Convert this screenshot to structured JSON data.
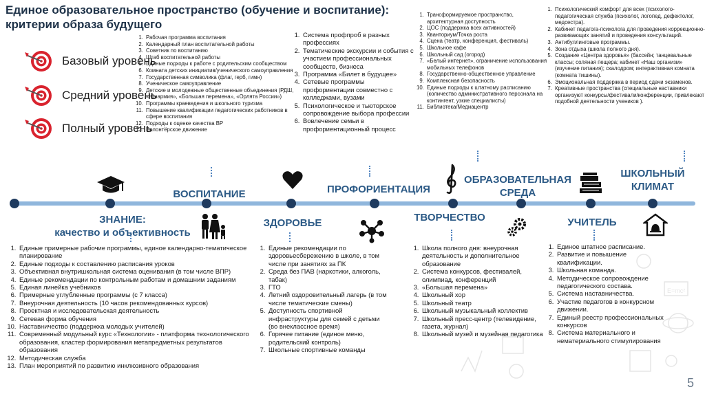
{
  "title": [
    "Единое образовательное пространство (обучение и воспитание):",
    "критерии образа будущего"
  ],
  "legend": [
    "Базовый уровень",
    "Средний уровень",
    "Полный уровень"
  ],
  "categories": {
    "znanie": [
      "ЗНАНИЕ:",
      "качество и объективность"
    ],
    "vospitanie": "ВОСПИТАНИЕ",
    "zdorovie": "ЗДОРОВЬЕ",
    "proforientatsiya": "ПРОФОРИЕНТАЦИЯ",
    "tvorchestvo": "ТВОРЧЕСТВО",
    "sreda": [
      "ОБРАЗОВАТЕЛЬНАЯ",
      "СРЕДА"
    ],
    "uchitel": "УЧИТЕЛЬ",
    "klimat": [
      "ШКОЛЬНЫЙ",
      "КЛИМАТ"
    ]
  },
  "lists": {
    "vospitanie": [
      "Рабочая программа воспитания",
      "Календарный план воспитательной работы",
      "Советник по воспитанию",
      "Штаб воспитательной работы",
      "Единые подходы к работе с родительским сообществом",
      "Комната детских инициатив/ученического самоуправления",
      "Государственная символика (флаг, герб, гимн)",
      "Ученическое самоуправление",
      "Детские и молодежные общественные объединения (РДШ, «Юнармия», «Большая перемена», «Орлята России»)",
      "Программы краеведения и школьного туризма",
      "Повышение квалификации педагогических работников в сфере воспитания",
      "Подходы к оценке качества ВР",
      "Волонтёрское движение"
    ],
    "proforientatsiya": [
      "Система профпроб в разных профессиях",
      "Тематические экскурсии и события с участием профессиональных сообществ, бизнеса",
      "Программа «Билет в будущее»",
      "Сетевые программы профориентации совместно с колледжами, вузами",
      "Психологическое и тьюторское сопровождение выбора профессии",
      "Вовлечение семьи в профориентационный процесс"
    ],
    "sreda": [
      "Трансформируемое пространство, архитектурная доступность",
      "ЦОС (поддержка всех активностей)",
      "Кванториум/Точка роста",
      "Сцена (театр, конференция, фестиваль)",
      "Школьное кафе",
      "Школьный сад (огород)",
      "«Белый интернет», ограничение использования мобильных телефонов",
      "Государственно-общественное управление",
      "Комплексная безопасность",
      "Единые подходы к штатному расписанию (количество административного персонала на контингент, узкие специалисты)",
      "Библиотека/Медиацентр"
    ],
    "klimat": [
      "Психологический комфорт для всех (психолого-педагогическая служба (психолог, логопед, дефектолог, медсестра).",
      "Кабинет педагога-психолога для проведения коррекционно-развивающих занятий и проведения консультаций.",
      "Антибуллинговые программы.",
      "Зона отдыха (школа полного дня).",
      "Создание «Центра здоровья» (бассейн; танцевальные классы; соляная пещера; кабинет «Наш организм» (изучение питания); скалодром; интерактивная комната (комната тишины).",
      "Эмоциональная поддержка в период сдачи экзаменов.",
      "Креативные пространства (специальные наставники организуют конкурсы/фестивали/конференции, привлекают к подобной деятельности учеников )."
    ],
    "znanie": [
      "Единые примерные рабочие программы, единое календарно-тематическое планирование",
      "Единые подходы к составлению расписания уроков",
      "Объективная внутришкольная система оценивания (в том числе ВПР)",
      "Единые рекомендации по контрольным работам и домашним заданиям",
      "Единая линейка учебников",
      "Примерные углубленные программы (с 7 класса)",
      "Внеурочная деятельность (10 часов рекомендованных курсов)",
      "Проектная и исследовательская деятельность",
      "Сетевая форма обучения",
      "Наставничество (поддержка молодых учителей)",
      "Современный модульный курс «Технологии» - платформа технологического образования, кластер формирования метапредметных результатов образования",
      "Методическая служба",
      "План мероприятий по развитию инклюзивного образования"
    ],
    "zdorovie": [
      "Единые рекомендации по здоровьесбережению в школе, в том числе при занятиях за ПК",
      "Среда без ПАВ (наркотики, алкоголь, табак)",
      "ГТО",
      "Летний оздоровительный лагерь (в том числе тематические смены)",
      "Доступность спортивной инфраструктуры для семей с детьми (во внеклассное время)",
      "Горячее питание (единое меню, родительский контроль)",
      "Школьные спортивные команды"
    ],
    "tvorchestvo": [
      "Школа полного дня: внеурочная деятельность и дополнительное образование",
      "Система конкурсов, фестивалей, олимпиад, конференций",
      "«Большая перемена»",
      "Школьный хор",
      "Школьный театр",
      "Школьный музыкальный коллектив",
      "Школьный пресс-центр (телевидение, газета, журнал)",
      "Школьный музей и музейная педагогика"
    ],
    "uchitel": [
      "Единое штатное расписание.",
      "Развитие и повышение квалификации.",
      "Школьная команда.",
      "Методическое сопровождение педагогического состава.",
      "Система наставничества.",
      "Участие педагогов в конкурсном движении.",
      "Единый реестр профессиональных конкурсов",
      "Система материального и нематериального стимулирования"
    ]
  },
  "page_number": "5",
  "colors": {
    "accent": "#2c5a86",
    "timeline": "#8fb6dc",
    "node": "#1f3b5f",
    "target": "#d9232e"
  }
}
